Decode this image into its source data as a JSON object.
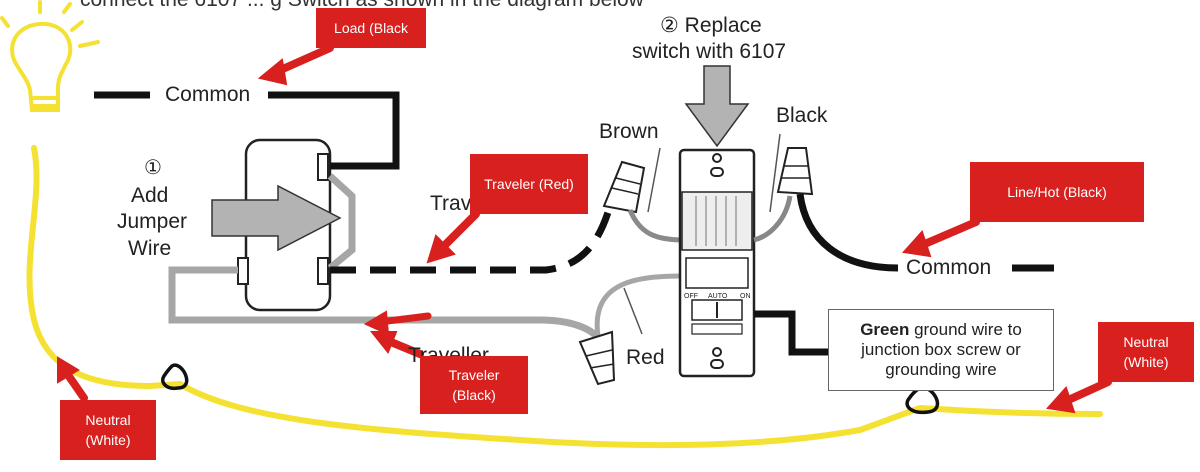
{
  "header_fragment": "connect the 6107 ... g Switch as shown in the diagram below",
  "labels": {
    "common_left": "Common",
    "common_right": "Common",
    "step1_num": "①",
    "step1_line1": "Add",
    "step1_line2": "Jumper",
    "step1_line3": "Wire",
    "step2_line1": "② Replace",
    "step2_line2": "switch with 6107",
    "brown": "Brown",
    "black": "Black",
    "red": "Red",
    "traveler_partial_top": "Trave",
    "traveler_partial_bottom": "Traveller"
  },
  "ground_box": {
    "bold": "Green",
    "line1_rest": " ground wire to",
    "line2": "junction box screw or",
    "line3": "grounding wire"
  },
  "switch_panel": {
    "off": "OFF",
    "auto": "AUTO",
    "on": "ON"
  },
  "callouts": {
    "load": "Load (Black",
    "traveler_red": "Traveler (Red)",
    "line_hot": "Line/Hot (Black)",
    "neutral_right_1": "Neutral",
    "neutral_right_2": "(White)",
    "traveler_black_1": "Traveler",
    "traveler_black_2": "(Black)",
    "neutral_left_1": "Neutral",
    "neutral_left_2": "(White)"
  },
  "colors": {
    "callout": "#d8201e",
    "neutral_wire": "#f5e132",
    "traveler_grey": "#a6a6a6",
    "black_wire": "#111111",
    "arrow_grey": "#b3b3b3"
  }
}
